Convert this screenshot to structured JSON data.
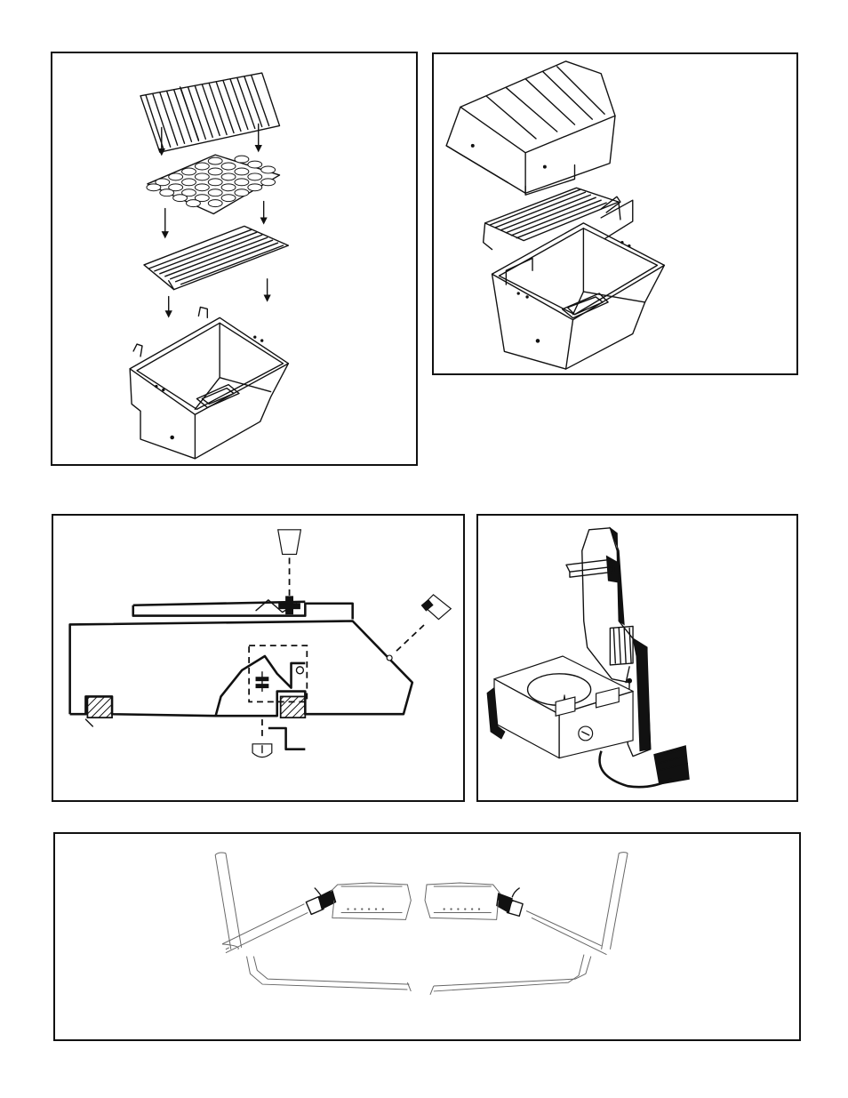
{
  "page": {
    "background": "#ffffff",
    "ink_color": "#111111"
  },
  "figures": [
    {
      "id": "grill-assembly-exploded",
      "icon": "grid-rock-grate-firebox-icon"
    },
    {
      "id": "lid-and-firebox",
      "icon": "grill-lid-icon"
    },
    {
      "id": "control-valve-cross-section",
      "icon": "valve-knob-icon"
    },
    {
      "id": "control-panel-installation",
      "icon": "control-panel-icon"
    },
    {
      "id": "burner-tube-connections",
      "icon": "burner-tube-icon"
    }
  ]
}
